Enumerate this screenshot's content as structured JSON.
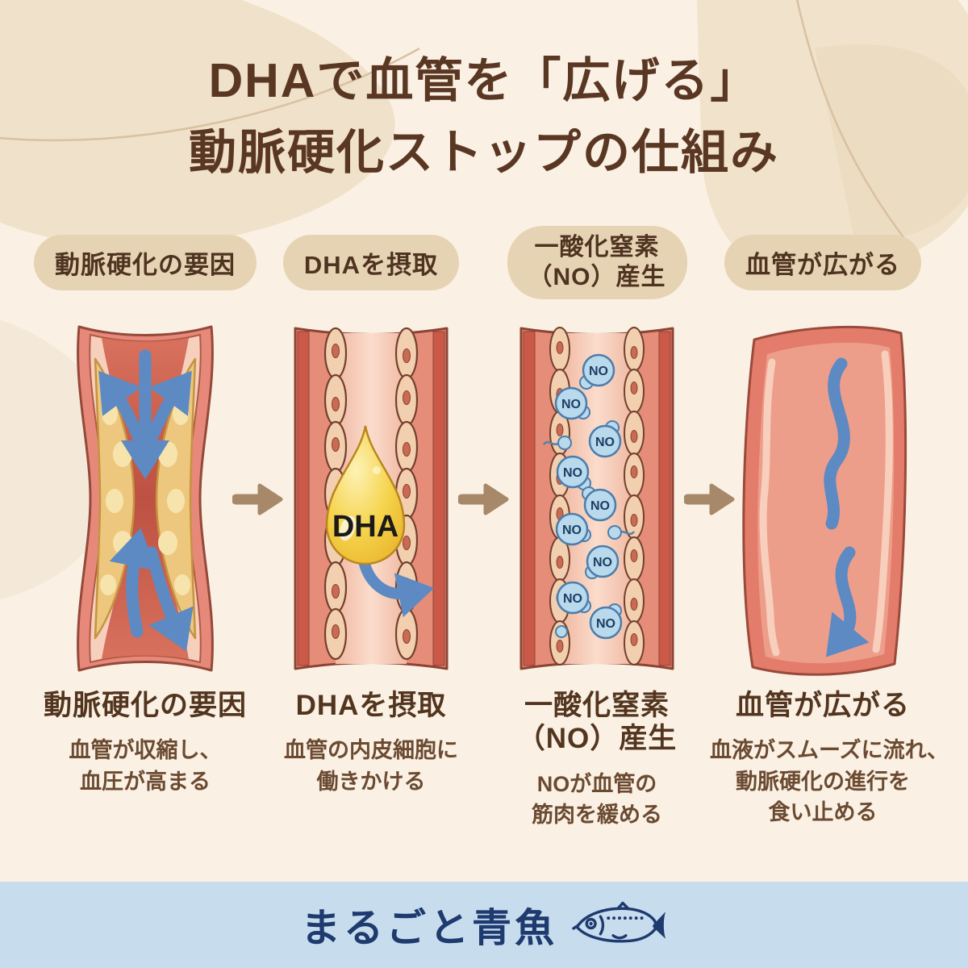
{
  "title": {
    "line1": "DHAで血管を「広げる」",
    "line2": "動脈硬化ストップの仕組み"
  },
  "steps": [
    {
      "label": "動脈硬化の要因",
      "caption_heading": "動脈硬化の要因",
      "desc_lines": [
        "血管が収縮し、",
        "血圧が高まる"
      ]
    },
    {
      "label": "DHAを摂取",
      "caption_heading": "DHAを摂取",
      "desc_lines": [
        "血管の内皮細胞に",
        "働きかける"
      ]
    },
    {
      "label_lines": [
        "一酸化窒素",
        "（NO）産生"
      ],
      "caption_lines": [
        "一酸化窒素",
        "（NO）産生"
      ],
      "desc_lines": [
        "NOが血管の",
        "筋肉を緩める"
      ]
    },
    {
      "label": "血管が広がる",
      "caption_heading": "血管が広がる",
      "desc_lines": [
        "血液がスムーズに流れ、",
        "動脈硬化の進行を",
        "食い止める"
      ]
    }
  ],
  "labels": {
    "dha": "DHA",
    "no": "NO"
  },
  "footer": {
    "brand": "まるごと青魚"
  },
  "colors": {
    "background": "#faf1e4",
    "title_brown": "#5a3723",
    "pill_bg": "#e6d3b3",
    "pill_text": "#4e3320",
    "step_arrow_tan": "#a7896a",
    "caption_heading": "#53351f",
    "caption_body": "#6b4a31",
    "vessel_wall": "#e6897b",
    "vessel_dark_red": "#ca5948",
    "plaque_yellow": "#edc77d",
    "flow_blue": "#5d8ac3",
    "no_bubble": "#b9d9ec",
    "dha_gold": "#f6d44e",
    "footer_bg": "#c7ddee",
    "footer_navy": "#1e3a6e"
  }
}
